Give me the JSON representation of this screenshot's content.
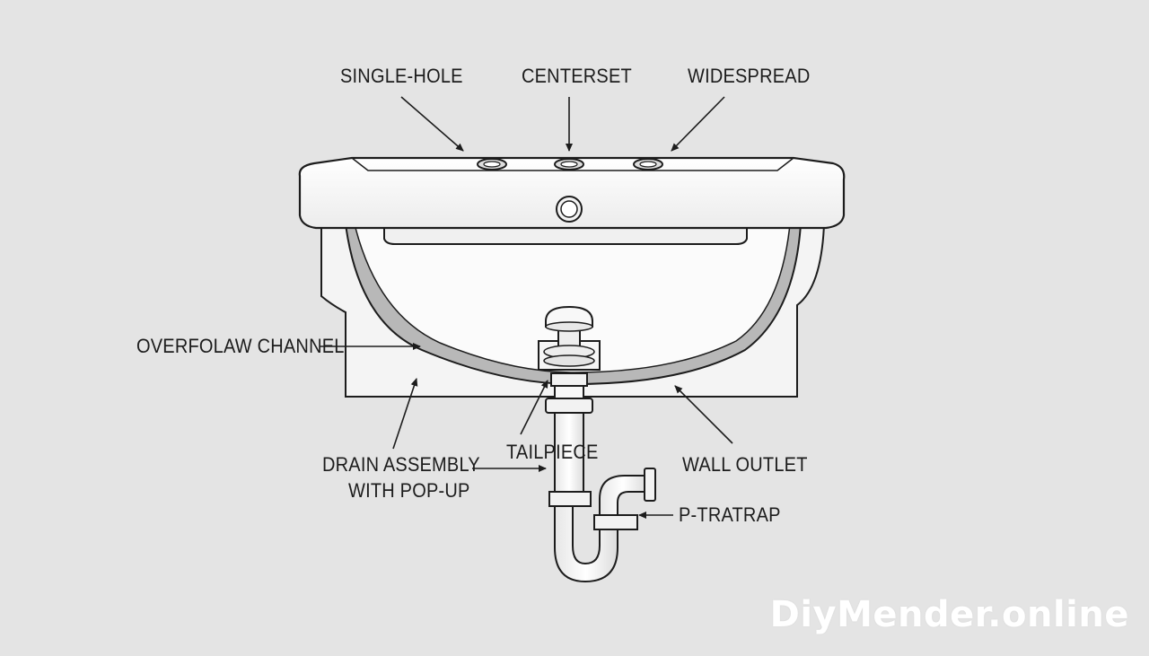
{
  "labels": {
    "single_hole": "SINGLE-HOLE",
    "centerset": "CENTERSET",
    "widespread": "WIDESPREAD",
    "overflow_channel": "OVERFOLAW CHANNEL",
    "drain_assembly_line1": "DRAIN ASSEMBLY",
    "drain_assembly_line2": "WITH POP-UP",
    "tailpiece": "TAILPIECE",
    "wall_outlet": "WALL OUTLET",
    "p_trap": "P-TRATRAP"
  },
  "watermark": "DiyMender.online",
  "colors": {
    "background": "#e4e4e4",
    "line": "#1c1c1c",
    "sink_fill": "#fafafa",
    "basin_shadow": "#b4b4b4"
  }
}
